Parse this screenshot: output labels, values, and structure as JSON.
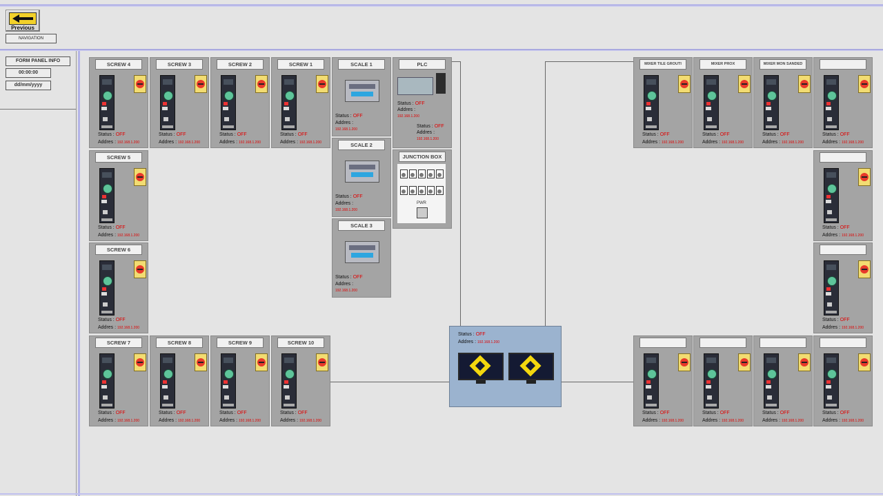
{
  "nav": {
    "previous_label": "Previous",
    "navigation_label": "NAVIGATION"
  },
  "left_panel": {
    "title": "FORM PANEL INFO",
    "time": "00:00:00",
    "date": "dd/mm/yyyy"
  },
  "status_label": "Status :",
  "address_label": "Addres :",
  "off": "OFF",
  "address": "192.168.1.200",
  "screws": [
    {
      "title": "SCREW 4"
    },
    {
      "title": "SCREW 3"
    },
    {
      "title": "SCREW 2"
    },
    {
      "title": "SCREW 1"
    },
    {
      "title": "SCREW 5"
    },
    {
      "title": "SCREW 6"
    },
    {
      "title": "SCREW 7"
    },
    {
      "title": "SCREW 8"
    },
    {
      "title": "SCREW 9"
    },
    {
      "title": "SCREW 10"
    }
  ],
  "mixers": [
    {
      "title": "MIXER TILE GROUTI"
    },
    {
      "title": "MIXER PROX"
    },
    {
      "title": "MIXER MON SANDED"
    },
    {
      "title": ""
    },
    {
      "title": ""
    },
    {
      "title": ""
    },
    {
      "title": ""
    },
    {
      "title": ""
    },
    {
      "title": ""
    },
    {
      "title": ""
    }
  ],
  "scales": [
    {
      "title": "SCALE 1"
    },
    {
      "title": "SCALE 2"
    },
    {
      "title": "SCALE 3"
    }
  ],
  "plc": {
    "title": "PLC"
  },
  "junction": {
    "title": "JUNCTION BOX",
    "label": "PWR"
  },
  "colors": {
    "panel": "#a4a4a4",
    "status_off": "#e00000",
    "server": "#9bb3cf",
    "accent": "#f3d70e"
  }
}
